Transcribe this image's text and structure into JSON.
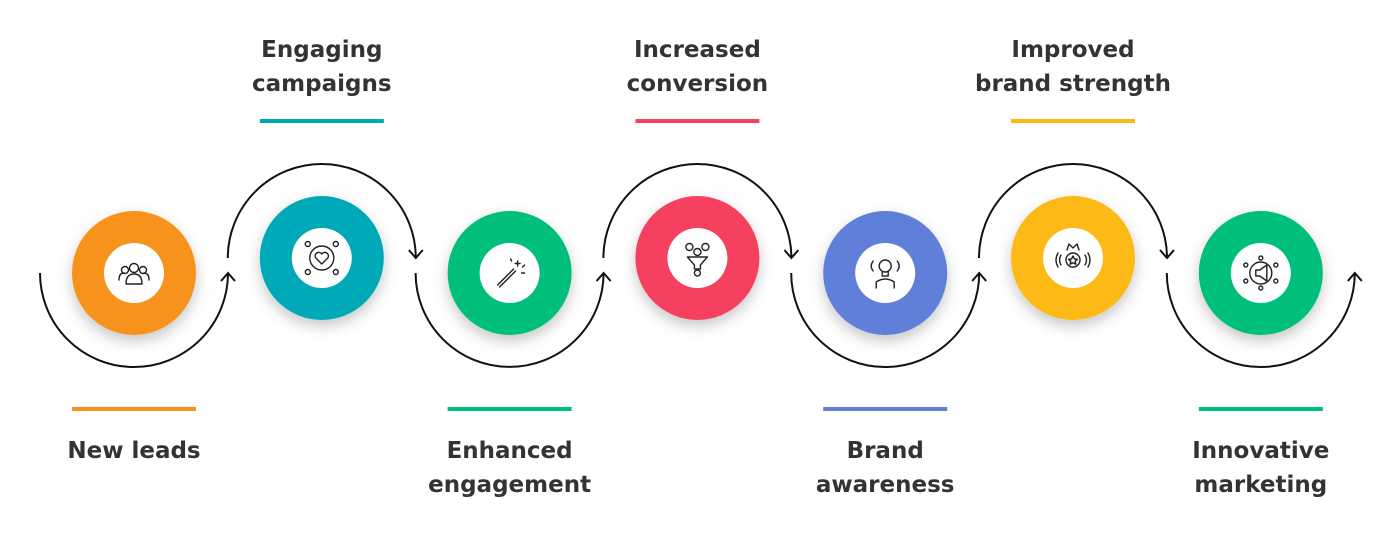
{
  "steps": [
    {
      "label": "New leads",
      "lines": [
        "New leads"
      ],
      "color": "#F7931E",
      "icon": "people-group-icon",
      "position": "bottom"
    },
    {
      "label": "Engaging campaigns",
      "lines": [
        "Engaging",
        "campaigns"
      ],
      "color": "#00A9B8",
      "icon": "heart-network-icon",
      "position": "top"
    },
    {
      "label": "Enhanced engagement",
      "lines": [
        "Enhanced",
        "engagement"
      ],
      "color": "#00BF7A",
      "icon": "magic-wand-icon",
      "position": "bottom"
    },
    {
      "label": "Increased conversion",
      "lines": [
        "Increased",
        "conversion"
      ],
      "color": "#F5405F",
      "icon": "conversion-funnel-icon",
      "position": "top"
    },
    {
      "label": "Brand awareness",
      "lines": [
        "Brand",
        "awareness"
      ],
      "color": "#607FD8",
      "icon": "lightbulb-person-icon",
      "position": "bottom"
    },
    {
      "label": "Improved brand strength",
      "lines": [
        "Improved",
        "brand strength"
      ],
      "color": "#FDB913",
      "icon": "crown-star-icon",
      "position": "top"
    },
    {
      "label": "Innovative marketing",
      "lines": [
        "Innovative",
        "marketing"
      ],
      "color": "#00BF7A",
      "icon": "megaphone-network-icon",
      "position": "bottom"
    }
  ]
}
